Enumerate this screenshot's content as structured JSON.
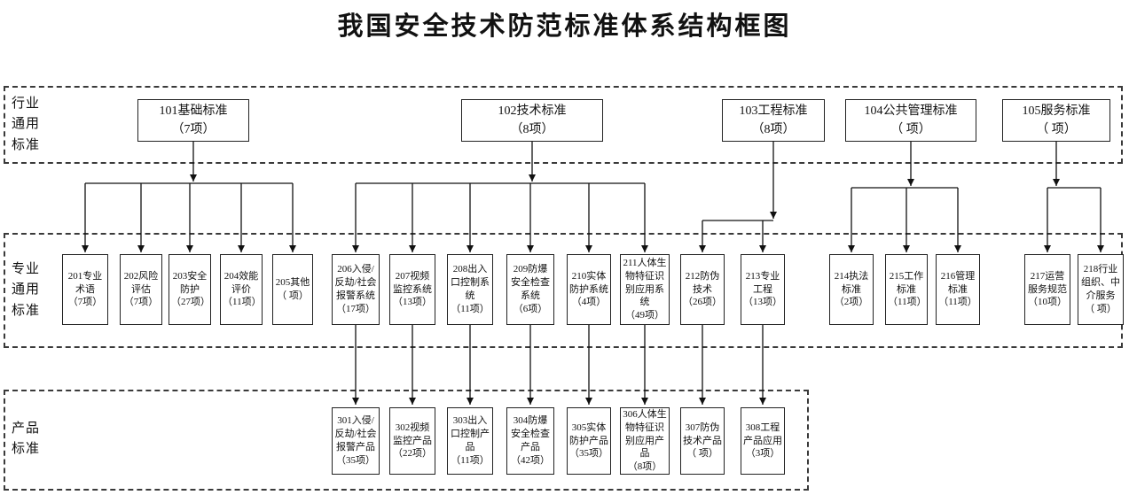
{
  "title": "我国安全技术防范标准体系结构框图",
  "bands": {
    "industry": {
      "label": "行业\n通用\n标准"
    },
    "professional": {
      "label": "专业\n通用\n标准"
    },
    "product": {
      "label": "产品\n标准"
    }
  },
  "nodes": {
    "101": {
      "label": "101基础标准\n（7项）"
    },
    "102": {
      "label": "102技术标准\n（8项）"
    },
    "103": {
      "label": "103工程标准\n（8项）"
    },
    "104": {
      "label": "104公共管理标准\n（ 项）"
    },
    "105": {
      "label": "105服务标准\n（ 项）"
    },
    "201": {
      "label": "201专业术语\n（7项）"
    },
    "202": {
      "label": "202风险评估\n（7项）"
    },
    "203": {
      "label": "203安全防护\n（27项）"
    },
    "204": {
      "label": "204效能评价\n（11项）"
    },
    "205": {
      "label": "205其他\n（ 项）"
    },
    "206": {
      "label": "206入侵/反劫/社会报警系统\n（17项）"
    },
    "207": {
      "label": "207视频监控系统\n（13项）"
    },
    "208": {
      "label": "208出入口控制系统\n（11项）"
    },
    "209": {
      "label": "209防爆安全检查系统\n（6项）"
    },
    "210": {
      "label": "210实体防护系统\n（4项）"
    },
    "211": {
      "label": "211人体生物特征识别应用系统\n（49项）"
    },
    "212": {
      "label": "212防伪技术\n（26项）"
    },
    "213": {
      "label": "213专业工程\n（13项）"
    },
    "214": {
      "label": "214执法标准\n（2项）"
    },
    "215": {
      "label": "215工作标准\n（11项）"
    },
    "216": {
      "label": "216管理标准\n（11项）"
    },
    "217": {
      "label": "217运营服务规范\n（10项）"
    },
    "218": {
      "label": "218行业组织、中介服务\n（ 项）"
    },
    "301": {
      "label": "301入侵/反劫/社会报警产品\n（35项）"
    },
    "302": {
      "label": "302视频监控产品\n（22项）"
    },
    "303": {
      "label": "303出入口控制产品\n（11项）"
    },
    "304": {
      "label": "304防爆安全检查产品\n（42项）"
    },
    "305": {
      "label": "305实体防护产品\n（35项）"
    },
    "306": {
      "label": "306人体生物特征识别应用产品\n（8项）"
    },
    "307": {
      "label": "307防伪技术产品\n（ 项）"
    },
    "308": {
      "label": "308工程产品应用\n（3项）"
    }
  },
  "edges": {
    "101": [
      "201",
      "202",
      "203",
      "204",
      "205"
    ],
    "102": [
      "206",
      "207",
      "208",
      "209",
      "210",
      "211"
    ],
    "103": [
      "212",
      "213"
    ],
    "104": [
      "214",
      "215",
      "216"
    ],
    "105": [
      "217",
      "218"
    ],
    "206": [
      "301"
    ],
    "207": [
      "302"
    ],
    "208": [
      "303"
    ],
    "209": [
      "304"
    ],
    "210": [
      "305"
    ],
    "211": [
      "306"
    ],
    "212": [
      "307"
    ],
    "213": [
      "308"
    ]
  },
  "colors": {
    "line": "#111111",
    "border": "#222222",
    "background": "#ffffff"
  }
}
